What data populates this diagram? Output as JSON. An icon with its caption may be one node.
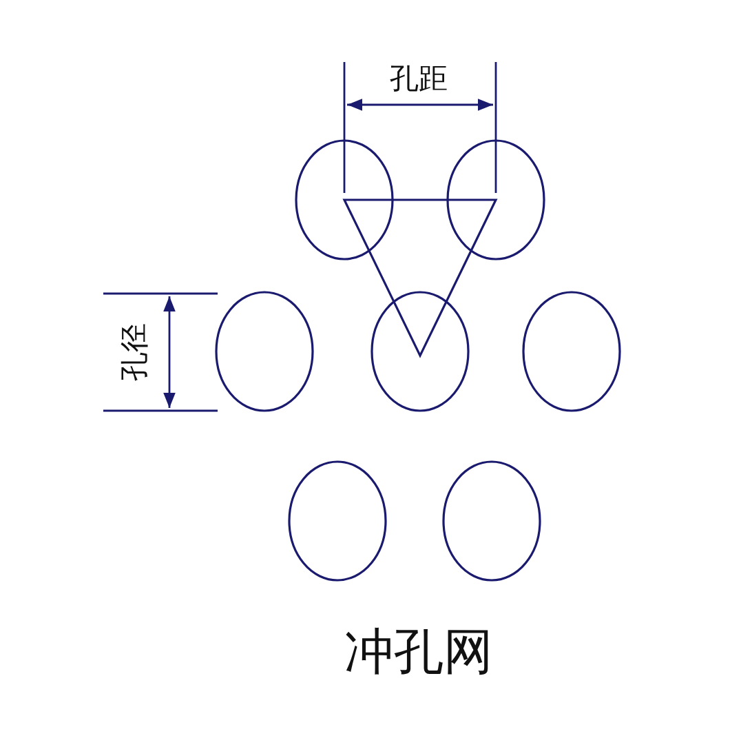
{
  "diagram": {
    "caption": "冲孔网",
    "labels": [
      "孔距",
      "孔径"
    ]
  }
}
